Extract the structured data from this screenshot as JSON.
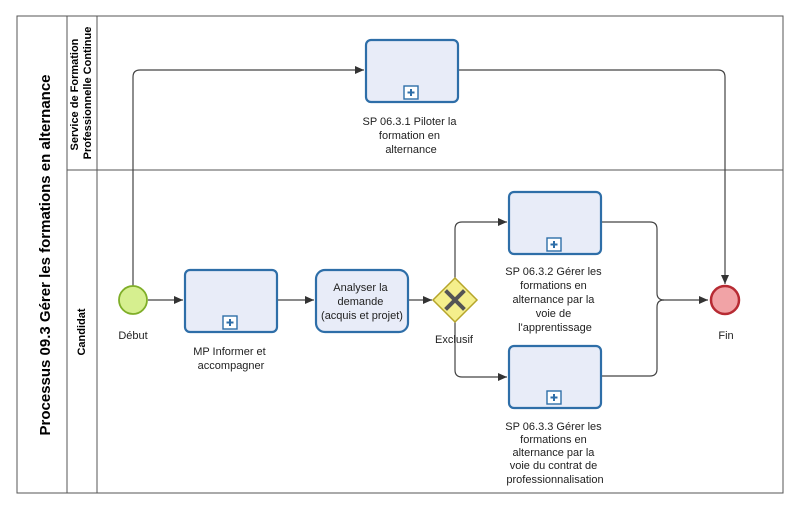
{
  "pool": {
    "title": "Processus 09.3 Gérer les formations en alternance"
  },
  "lanes": [
    {
      "id": "service",
      "title_lines": [
        "Service de Formation",
        "Professionnelle Continue"
      ]
    },
    {
      "id": "candidat",
      "title_lines": [
        "Candidat"
      ]
    }
  ],
  "elements": {
    "sp_piloter": {
      "type": "subprocess",
      "label_lines": [
        "SP 06.3.1 Piloter la",
        "formation en",
        "alternance"
      ]
    },
    "start": {
      "type": "start-event",
      "label_lines": [
        "Début"
      ]
    },
    "mp_informer": {
      "type": "subprocess",
      "label_lines": [
        "MP Informer et",
        "accompagner"
      ]
    },
    "analyser": {
      "type": "task",
      "label_lines": [
        "Analyser la",
        "demande",
        "(acquis et projet)"
      ]
    },
    "gateway": {
      "type": "exclusive-gateway",
      "label_lines": [
        "Exclusif"
      ]
    },
    "sp_apprent": {
      "type": "subprocess",
      "label_lines": [
        "SP 06.3.2 Gérer les",
        "formations en",
        "alternance par la",
        "voie de",
        "l'apprentissage"
      ]
    },
    "sp_contrat": {
      "type": "subprocess",
      "label_lines": [
        "SP 06.3.3 Gérer les",
        "formations en",
        "alternance par la",
        "voie du contrat de",
        "professionnalisation"
      ]
    },
    "end": {
      "type": "end-event",
      "label_lines": [
        "Fin"
      ]
    }
  },
  "colors": {
    "task_fill": "#e8ecf8",
    "task_stroke": "#2e6ea8",
    "start_fill": "#d6ef8f",
    "start_stroke": "#7fae28",
    "end_fill": "#f1a3a6",
    "end_stroke": "#b72b33",
    "gateway_fill": "#f5ef8c",
    "gateway_stroke": "#b6a52a",
    "line": "#444444"
  }
}
